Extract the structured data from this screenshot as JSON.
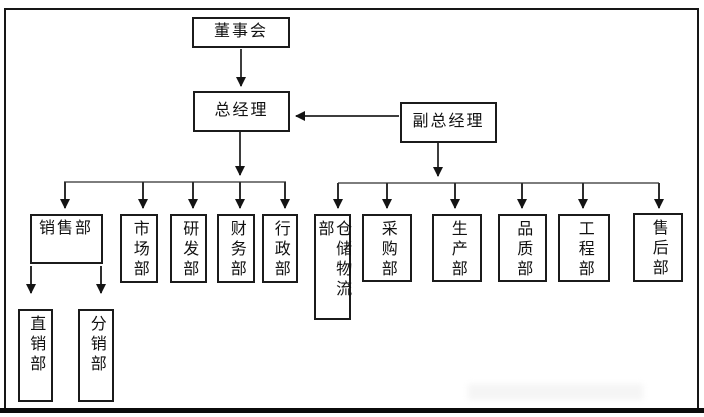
{
  "diagram": {
    "type": "org-chart",
    "nodes": {
      "board": {
        "label": "董事会"
      },
      "general_manager": {
        "label": "总经理"
      },
      "deputy_general_manager": {
        "label": "副总经理"
      },
      "sales": {
        "label": "销售部"
      },
      "left_depts": [
        {
          "label": "市场部"
        },
        {
          "label": "研发部"
        },
        {
          "label": "财务部"
        },
        {
          "label": "行政部"
        }
      ],
      "right_depts": [
        {
          "label": "仓储物流部"
        },
        {
          "label": "采购部"
        },
        {
          "label": "生产部"
        },
        {
          "label": "品质部"
        },
        {
          "label": "工程部"
        },
        {
          "label": "售后部"
        }
      ],
      "sales_children": [
        {
          "label": "直销部"
        },
        {
          "label": "分销部"
        }
      ]
    },
    "edges": [
      {
        "from": "董事会",
        "to": "总经理"
      },
      {
        "from": "副总经理",
        "to": "总经理"
      },
      {
        "from": "总经理",
        "to": [
          "销售部",
          "市场部",
          "研发部",
          "财务部",
          "行政部"
        ]
      },
      {
        "from": "副总经理",
        "to": [
          "仓储物流部",
          "采购部",
          "生产部",
          "品质部",
          "工程部",
          "售后部"
        ]
      },
      {
        "from": "销售部",
        "to": [
          "直销部",
          "分销部"
        ]
      }
    ],
    "colors": {
      "background": "#ffffff",
      "box_border": "#1b1b1b",
      "connector": "#3d3d3d",
      "distribution_line": "#7d7d7d",
      "bottom_rule": "#0b0b0b"
    }
  }
}
